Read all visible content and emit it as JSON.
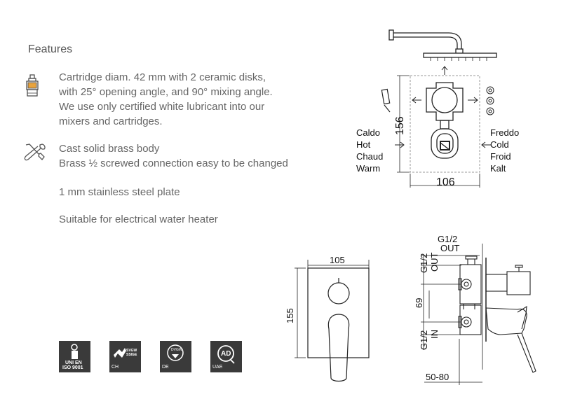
{
  "features": {
    "title": "Features",
    "items": [
      {
        "icon": "cartridge-icon",
        "lines": [
          "Cartridge diam. 42 mm with 2 ceramic disks,",
          "with 25° opening angle, and 90° mixing angle.",
          "We use only certified white lubricant into our",
          "mixers and cartridges."
        ]
      },
      {
        "icon": "tools-icon",
        "lines": [
          "Cast solid brass body",
          "Brass ½ screwed connection easy to be changed"
        ]
      },
      {
        "lines": [
          "1 mm stainless steel plate"
        ]
      },
      {
        "lines": [
          "Suitable for electrical water heater"
        ]
      }
    ]
  },
  "certifications": [
    {
      "icon": "uni-en-iso-icon",
      "line1": "UNI EN",
      "line2": "ISO 9001"
    },
    {
      "icon": "svgw-icon",
      "label": "SVGW SSIGE",
      "country": "CH"
    },
    {
      "icon": "dvgw-icon",
      "label": "DVGW",
      "country": "DE"
    },
    {
      "icon": "ad-icon",
      "label": "AD",
      "country": "UAE"
    }
  ],
  "schematic": {
    "height": "156",
    "width": "106",
    "left_labels": [
      "Caldo",
      "Hot",
      "Chaud",
      "Warm"
    ],
    "right_labels": [
      "Freddo",
      "Cold",
      "Froid",
      "Kalt"
    ]
  },
  "front_view": {
    "width": "105",
    "height": "155"
  },
  "side_view": {
    "g_out_top": "G1/2",
    "out_top": "OUT",
    "g_out_side": "G1/2",
    "out_side": "OUT",
    "spacing": "69",
    "g_in": "G1/2",
    "in": "IN",
    "depth": "50-80"
  }
}
